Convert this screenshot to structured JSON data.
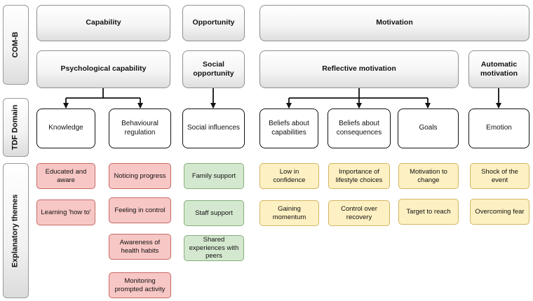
{
  "row_labels": {
    "com_b": "COM-B",
    "tdf_domain": "TDF Domain",
    "explanatory_themes": "Explanatory themes"
  },
  "com_b": {
    "capability": "Capability",
    "opportunity": "Opportunity",
    "motivation": "Motivation"
  },
  "sub_components": {
    "psychological_capability": "Psychological capability",
    "social_opportunity": "Social opportunity",
    "reflective_motivation": "Reflective motivation",
    "automatic_motivation": "Automatic motivation"
  },
  "tdf_domains": [
    "Knowledge",
    "Behavioural regulation",
    "Social influences",
    "Beliefs about capabilities",
    "Beliefs about consequences",
    "Goals",
    "Emotion"
  ],
  "themes": {
    "knowledge": [
      "Educated and aware",
      "Learning 'how to'"
    ],
    "behavioural_regulation": [
      "Noticing progress",
      "Feeling in control",
      "Awareness of health habits",
      "Monitoring prompted activity"
    ],
    "social_influences": [
      "Family support",
      "Staff support",
      "Shared experiences with peers"
    ],
    "beliefs_about_capabilities": [
      "Low in confidence",
      "Gaining momentum"
    ],
    "beliefs_about_consequences": [
      "Importance of lifestyle choices",
      "Control over recovery"
    ],
    "goals": [
      "Motivation to change",
      "Target to reach"
    ],
    "emotion": [
      "Shock of the event",
      "Overcoming fear"
    ]
  },
  "colors": {
    "capability_theme_fill": "#f7c7c5",
    "opportunity_theme_fill": "#d4e8cf",
    "motivation_theme_fill": "#fdf0c2",
    "connector": "#111111"
  }
}
